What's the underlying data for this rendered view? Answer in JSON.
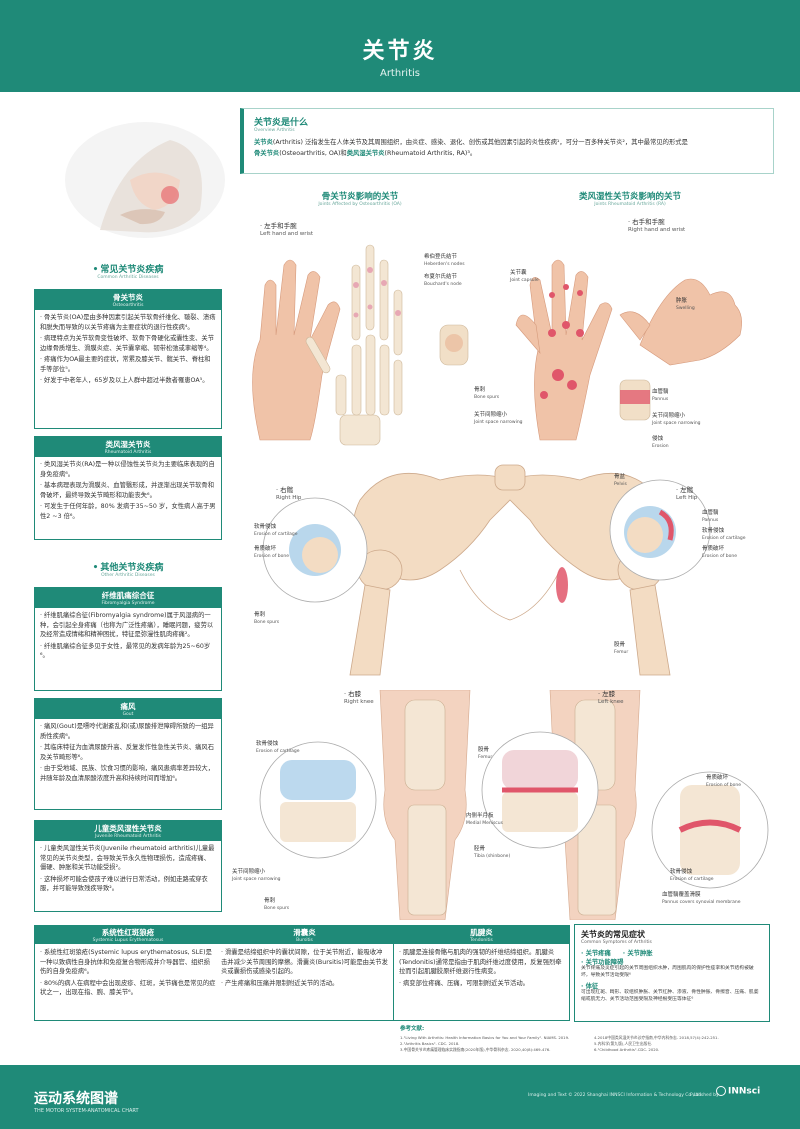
{
  "header": {
    "title": "关节炎",
    "subtitle": "Arthritis"
  },
  "overview": {
    "title": "关节炎是什么",
    "title_en": "Overview Arthritis",
    "line1_term": "关节炎",
    "line1_rest": "(Arthritis) 泛指发生在人体关节及其周围组织，由炎症、感染、退化、创伤或其他因素引起的炎性疾病¹，可分一百多种关节炎²，其中最常见的形式是",
    "oa": "骨关节炎",
    "oa_rest": "(Osteoarthritis, OA)和",
    "ra": "类风湿关节炎",
    "ra_rest": "(Rheumatoid Arthritis, RA)³。"
  },
  "left": {
    "common_title": "常见关节炎疾病",
    "common_title_en": "Common Arthritic Diseases",
    "other_title": "其他关节炎疾病",
    "other_title_en": "Other Arthritic Diseases",
    "cards": [
      {
        "zh": "骨关节炎",
        "en": "Osteoarthritis",
        "paras": [
          "· 骨关节炎(OA)是由多种因素引起关节软骨纤维化、皲裂、溃疡和脱失而导致的以关节疼痛为主要症状的退行性疾病⁴。",
          "· 病理特点为关节软骨变性破坏、软骨下骨硬化或囊性变、关节边缘骨质增生、滑膜炎症、关节囊挛缩、韧带松弛或挛缩等⁴。",
          "· 疼痛作为OA最主要的症状，常累及膝关节、髋关节、脊柱和手等部位⁵。",
          "· 好发于中老年人，65岁及以上人群中超过半数者罹患OA⁵。"
        ]
      },
      {
        "zh": "类风湿关节炎",
        "en": "Rheumatoid Arthritis",
        "paras": [
          "· 类风湿关节炎(RA)是一种以侵蚀性关节炎为主要临床表现的自身免疫病⁶。",
          "· 基本病理表现为滑膜炎、血管翳形成，并逐渐出现关节软骨和骨破坏，最终导致关节畸形和功能丧失⁶。",
          "· 可发生于任何年龄，80% 发病于35~50 岁，女性病人高于男性2 ~3 倍⁶。"
        ]
      },
      {
        "zh": "纤维肌痛综合征",
        "en": "Fibromyalgia Syndrome",
        "paras": [
          "· 纤维肌痛综合征(Fibromyalgia syndrome)属于风湿病的一种，会引起全身疼痛（也称为广泛性疼痛），睡眠问题，疲劳以及经常造成情绪和精神困扰，特征是弥漫性肌肉疼痛²。",
          "· 纤维肌痛综合征多见于女性，最常见的发病年龄为25~60岁⁶。"
        ]
      },
      {
        "zh": "痛风",
        "en": "Gout",
        "paras": [
          "· 痛风(Gout)是嘌呤代谢紊乱和(或)尿酸排泄障碍所致的一组异质性疾病⁶。",
          "· 其临床特征为血清尿酸升高、反复发作性急性关节炎、痛风石及关节畸形等⁶。",
          "· 由于受地域、民族、饮食习惯的影响，痛风患病率差异较大，并随年龄及血清尿酸浓度升高和持续时间而增加⁶。"
        ]
      },
      {
        "zh": "儿童类风湿性关节炎",
        "en": "Juvenile Rheumatoid Arthritis",
        "paras": [
          "· 儿童类风湿性关节炎(Juvenile rheumatoid arthritis)儿童最常见的关节炎类型，会导致关节永久性物理损伤，造成疼痛、僵硬、肿胀和关节功能受损²。",
          "· 这种损坏可能会使孩子难以进行日常活动，例如走路或穿衣服，并可能导致残疾导致²。"
        ]
      }
    ]
  },
  "bottom": {
    "sle": {
      "zh": "系统性红斑狼疮",
      "en": "Systemic Lupus Erythematosus",
      "paras": [
        "· 系统性红斑狼疮(Systemic lupus erythematosus, SLE)是一种以致病性自身抗体和免疫复合物形成并介导器官、组织损伤的自身免疫病⁶。",
        "· 80%的病人在病程中会出现皮疹、红斑，关节痛也是常见的症状之一，出现在指、腕、膝关节⁶。"
      ]
    },
    "bursitis": {
      "zh": "滑囊炎",
      "en": "Bursitis",
      "paras": [
        "· 滑囊是结缔组织中的囊状间隙，位于关节附近，能吸收冲击并减少关节周围的摩擦。滑囊炎(Bursitis)可能是由关节发炎或囊损伤或感染引起的。",
        "· 产生疼痛和压痛并限制附近关节的活动。"
      ]
    },
    "tendonitis": {
      "zh": "肌腱炎",
      "en": "Tendonitis",
      "paras": [
        "· 肌腱是连接骨骼与肌肉的强韧的纤维结缔组织。肌腱炎(Tendonitis)通常是指由于肌肉纤维过度使用，反复强烈牵拉而引起肌腱胶原纤维退行性病变。",
        "· 病变部位疼痛、压痛，可限制附近关节活动。"
      ]
    }
  },
  "symptoms": {
    "title": "关节炎的常见症状",
    "title_en": "Common Symptoms of Arthritis",
    "pain": "· 关节疼痛",
    "swelling": "· 关节肿胀",
    "func": "· 关节功能障碍",
    "func_desc": "关节疼痛及炎症引起的关节周围组织水肿，周围肌肉的保护性痉挛和关节结构被破坏，导致关节活动受限⁶",
    "sign": "· 体征",
    "sign_desc": "可出现红斑、畸形、软组织肿胀、关节红肿、渗液、骨性肿胀、骨擦音、压痛、肌萎缩或肌无力、关节活动范围受限及神经根受压等体征⁶"
  },
  "refs": {
    "title": "参考文献:",
    "col1": [
      "1.\"Living With Arthritis: Health Information Basics for You and Your Family\". NIAMS. 2019.",
      "2.\"Arthritis Basics\". CDC. 2018.",
      "3.中国骨关节炎疼痛管理临床实践指南(2020年版),中华骨科杂志. 2020,40(8):469-476."
    ],
    "col2": [
      "4.2018中国类风湿关节炎诊疗指南,中华内科杂志. 2018,57(4):242-251.",
      "5.内科学(第九版),人民卫生出版社.",
      "6.\"Childhood Arthritis\".CDC. 2020."
    ]
  },
  "diagrams": {
    "oa_title": "骨关节炎影响的关节",
    "oa_title_en": "Joints Affected by Osteoarthritis (OA)",
    "ra_title": "类风湿性关节炎影响的关节",
    "ra_title_en": "Joints Rheumatoid Arthritis (RA)",
    "left_hand": "· 左手和手腕",
    "left_hand_en": "Left hand and wrist",
    "right_hand": "· 右手和手腕",
    "right_hand_en": "Right hand and wrist",
    "heberden": "希伯登氏结节",
    "heberden_en": "Heberden's nodes",
    "bouchard": "布夏尔氏结节",
    "bouchard_en": "Bouchard's node",
    "bone_spurs": "骨刺",
    "bone_spurs_en": "Bone spurs",
    "jsn": "关节间隙缩小",
    "jsn_en": "Joint space narrowing",
    "capsule": "关节囊",
    "capsule_en": "Joint capsule",
    "swelling": "肿胀",
    "swelling_en": "Swelling",
    "pannus": "血管翳",
    "pannus_en": "Pannus",
    "erosion": "侵蚀",
    "erosion_en": "Erosion",
    "right_hip": "· 右髋",
    "right_hip_en": "Right Hip",
    "left_hip": "· 左髋",
    "left_hip_en": "Left Hip",
    "pelvis": "骨盆",
    "pelvis_en": "Pelvis",
    "femur": "股骨",
    "femur_en": "Femur",
    "eoc": "软骨侵蚀",
    "eoc_en": "Erosion of cartilage",
    "eob": "骨质破坏",
    "eob_en": "Erosion of bone",
    "right_knee": "· 右膝",
    "right_knee_en": "Right knee",
    "left_knee": "· 左膝",
    "left_knee_en": "Left knee",
    "meniscus": "内侧半月板",
    "meniscus_en": "Medial Meniscus",
    "tibia": "胫骨",
    "tibia_en": "Tibia (shinbone)",
    "pannus_cover": "血管翳覆盖滑膜",
    "pannus_cover_en": "Pannus covers synovial membrane"
  },
  "footer": {
    "brand": "运动系统图谱",
    "brand_en": "THE MOTOR SYSTEM-ANATOMICAL CHART",
    "copyright": "Imaging and Text © 2022 Shanghai INNSCI Information & Technology Co.,Ltd.",
    "published": "Published by",
    "logo": "INNsci"
  }
}
